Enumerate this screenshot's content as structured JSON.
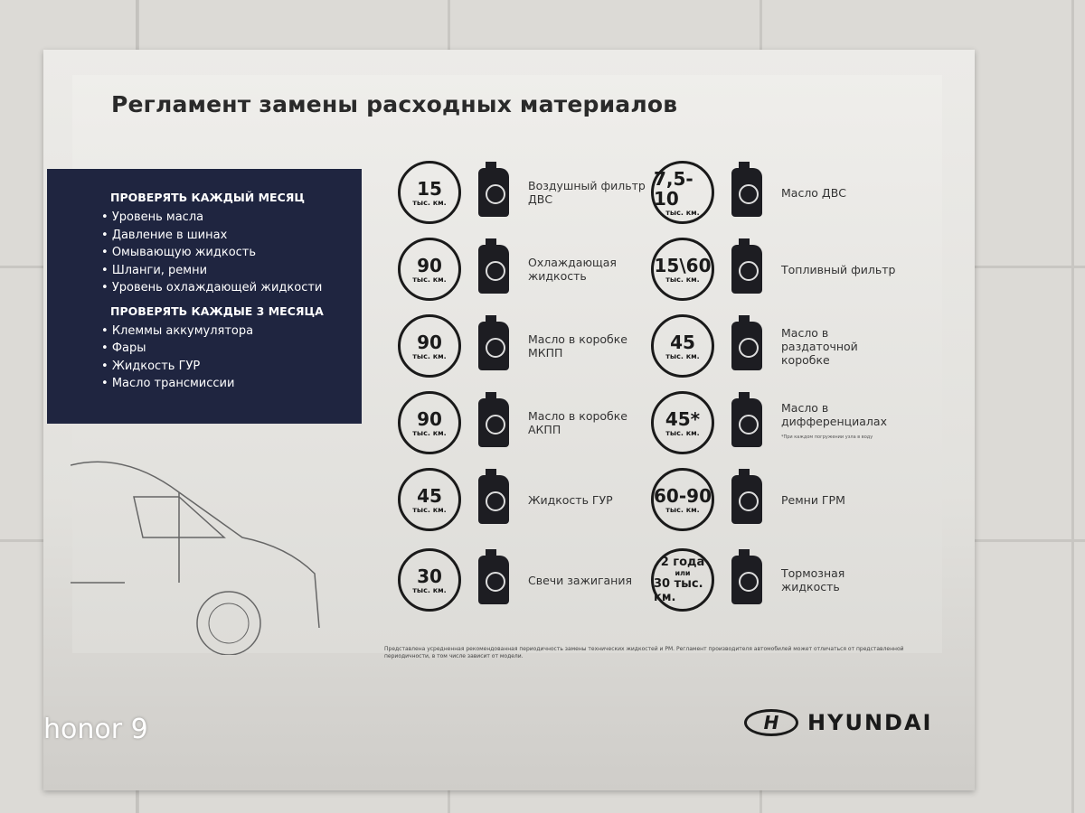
{
  "title": "Регламент замены расходных материалов",
  "monthly": {
    "heading": "ПРОВЕРЯТЬ КАЖДЫЙ МЕСЯЦ",
    "items": [
      "Уровень масла",
      "Давление в шинах",
      "Омывающую жидкость",
      "Шланги, ремни",
      "Уровень охлаждающей жидкости"
    ]
  },
  "quarterly": {
    "heading": "ПРОВЕРЯТЬ КАЖДЫЕ 3 МЕСЯЦА",
    "items": [
      "Клеммы аккумулятора",
      "Фары",
      "Жидкость ГУР",
      "Масло трансмиссии"
    ]
  },
  "unit": "тыс. км.",
  "left": [
    {
      "value": "15",
      "label": "Воздушный фильтр ДВС",
      "icon": "air-filter-icon"
    },
    {
      "value": "90",
      "label": "Охлаждающая жидкость",
      "icon": "coolant-bottle-icon"
    },
    {
      "value": "90",
      "label": "Масло в коробке МКПП",
      "icon": "manual-gearbox-oil-icon"
    },
    {
      "value": "90",
      "label": "Масло в коробке АКПП",
      "icon": "automatic-gearbox-oil-icon"
    },
    {
      "value": "45",
      "label": "Жидкость ГУР",
      "icon": "power-steering-fluid-icon"
    },
    {
      "value": "30",
      "label": "Свечи зажигания",
      "icon": "spark-plug-icon"
    }
  ],
  "right": [
    {
      "value": "7,5-10",
      "label": "Масло ДВС",
      "icon": "engine-oil-icon"
    },
    {
      "value": "15\\60",
      "label": "Топливный фильтр",
      "icon": "fuel-filter-icon"
    },
    {
      "value": "45",
      "label": "Масло в раздаточной коробке",
      "icon": "transfer-case-oil-icon"
    },
    {
      "value": "45*",
      "label": "Масло в дифференциалах",
      "note": "*При каждом погружении узла в воду",
      "icon": "differential-oil-tube-icon"
    },
    {
      "value": "60-90",
      "label": "Ремни ГРМ",
      "icon": "timing-belt-icon"
    },
    {
      "value_lines": [
        "2 года",
        "или",
        "30 тыс. км."
      ],
      "label": "Тормозная жидкость",
      "icon": "brake-fluid-icon"
    }
  ],
  "footnote": "Представлена усредненная рекомендованная периодичность замены технических жидкостей и РМ. Регламент производителя автомобилей может отличаться от представленной периодичности, в том числе зависит от модели.",
  "brand": "HYUNDAI",
  "watermark": "honor 9",
  "colors": {
    "navy": "#1f2540",
    "ink": "#1a1a1a"
  }
}
